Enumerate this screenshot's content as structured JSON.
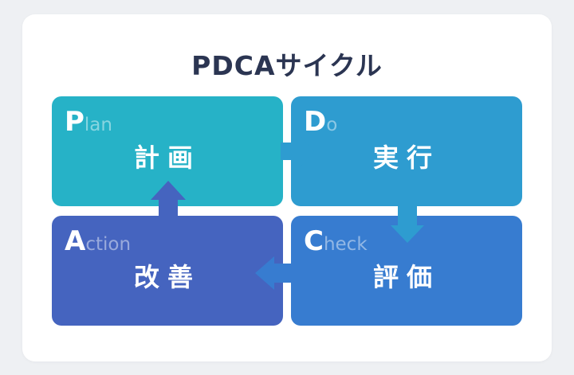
{
  "title": "PDCAサイクル",
  "colors": {
    "plan": "#26b2c7",
    "do": "#2e9cd0",
    "check": "#377cd0",
    "action": "#4564bf",
    "title": "#2b3552"
  },
  "boxes": {
    "plan": {
      "letter": "P",
      "rest": "lan",
      "label": "計画"
    },
    "do": {
      "letter": "D",
      "rest": "o",
      "label": "実行"
    },
    "check": {
      "letter": "C",
      "rest": "heck",
      "label": "評価"
    },
    "action": {
      "letter": "A",
      "rest": "ction",
      "label": "改善"
    }
  },
  "flow": [
    {
      "from": "plan",
      "to": "do",
      "direction": "right"
    },
    {
      "from": "do",
      "to": "check",
      "direction": "down"
    },
    {
      "from": "check",
      "to": "action",
      "direction": "left"
    },
    {
      "from": "action",
      "to": "plan",
      "direction": "up"
    }
  ]
}
